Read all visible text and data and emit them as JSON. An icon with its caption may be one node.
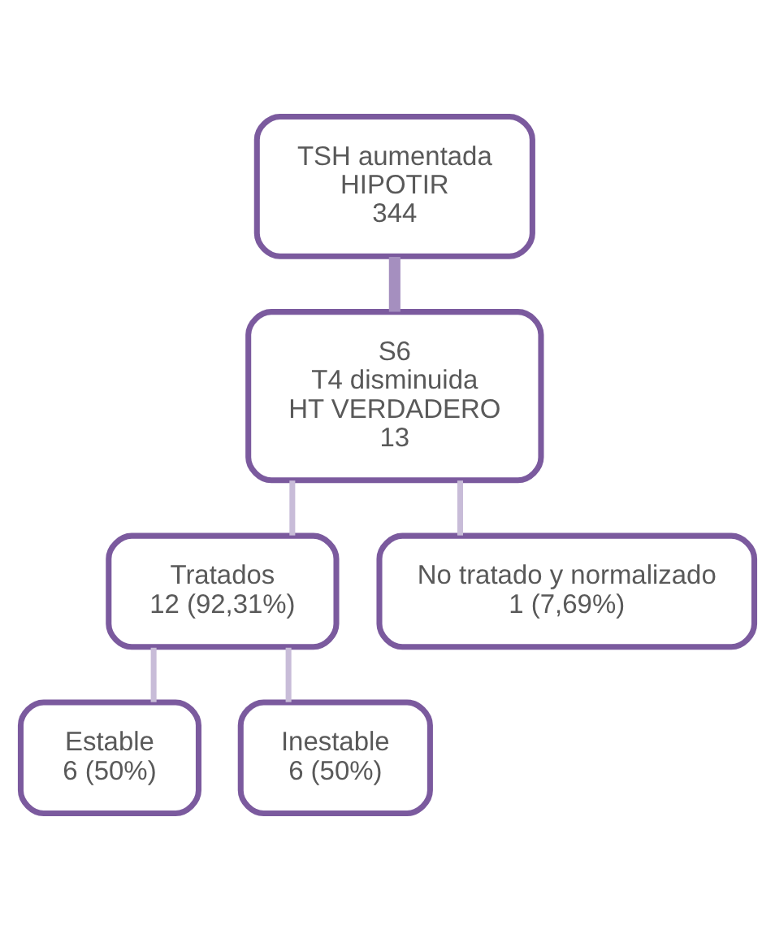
{
  "diagram": {
    "nodes": [
      {
        "text": [
          "TSH aumentada",
          "HIPOTIR",
          "344"
        ]
      },
      {
        "text": [
          "S6",
          "T4 disminuida",
          "HT VERDADERO",
          "13"
        ]
      },
      {
        "text": [
          "Tratados",
          "12 (92,31%)"
        ]
      },
      {
        "text": [
          "No tratado y normalizado",
          "1 (7,69%)"
        ]
      },
      {
        "text": [
          "Estable",
          "6 (50%)"
        ]
      },
      {
        "text": [
          "Inestable",
          "6 (50%)"
        ]
      }
    ],
    "edges": [
      {
        "from": 0,
        "to": 1,
        "arrow": "none",
        "style": "thick",
        "color": "#a58fbf"
      },
      {
        "from": 1,
        "to": 2,
        "arrow": "none"
      },
      {
        "from": 1,
        "to": 3,
        "arrow": "none"
      },
      {
        "from": 2,
        "to": 4,
        "arrow": "none"
      },
      {
        "from": 2,
        "to": 5,
        "arrow": "none"
      }
    ]
  }
}
